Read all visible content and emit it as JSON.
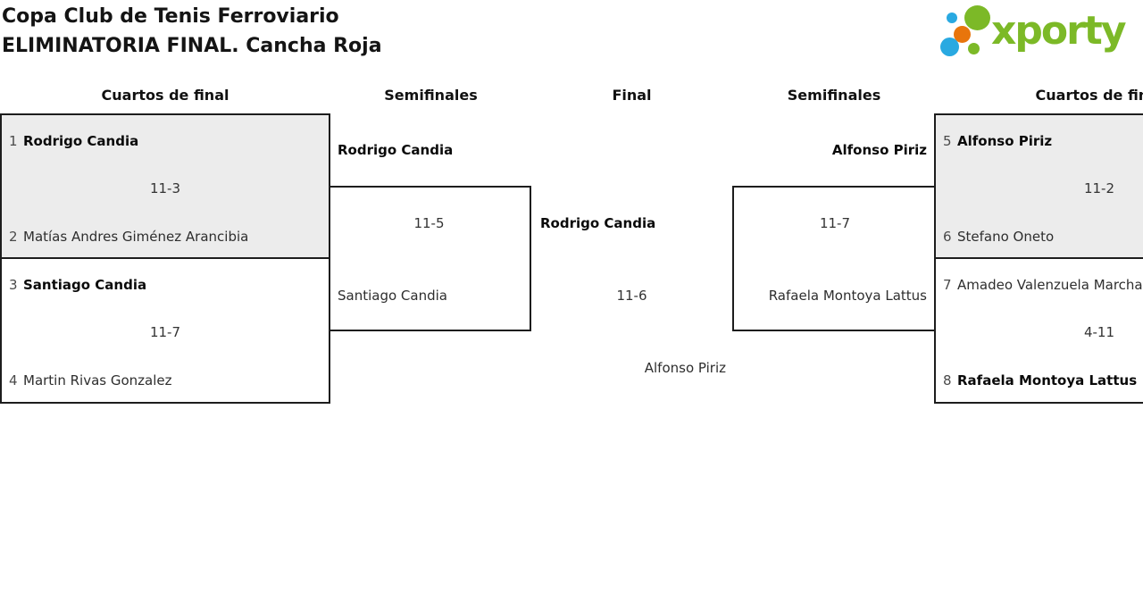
{
  "header": {
    "title_line1": "Copa Club de Tenis Ferroviario",
    "title_line2": "ELIMINATORIA FINAL. Cancha Roja",
    "logo_text": "xporty"
  },
  "columns": {
    "qf_left": "Cuartos de final",
    "sf_left": "Semifinales",
    "final_col": "Final",
    "sf_right": "Semifinales",
    "qf_right": "Cuartos de final"
  },
  "matches": {
    "qf1": {
      "seed_top": "1",
      "top": "Rodrigo Candia",
      "score": "11-3",
      "seed_bottom": "2",
      "bottom": "Matías Andres Giménez Arancibia",
      "winner": "top"
    },
    "qf2": {
      "seed_top": "3",
      "top": "Santiago Candia",
      "score": "11-7",
      "seed_bottom": "4",
      "bottom": "Martin Rivas Gonzalez",
      "winner": "top"
    },
    "sf_left": {
      "top": "Rodrigo Candia",
      "score": "11-5",
      "bottom": "Santiago Candia",
      "winner": "top"
    },
    "final": {
      "top": "Rodrigo Candia",
      "score": "11-6",
      "bottom": "Alfonso Piriz",
      "winner": "top"
    },
    "sf_right": {
      "top": "Alfonso Piriz",
      "score": "11-7",
      "bottom": "Rafaela Montoya Lattus",
      "winner": "top"
    },
    "qf3": {
      "seed_top": "5",
      "top": "Alfonso Piriz",
      "score": "11-2",
      "seed_bottom": "6",
      "bottom": "Stefano Oneto",
      "winner": "top"
    },
    "qf4": {
      "seed_top": "7",
      "top": "Amadeo Valenzuela Marcha",
      "score": "4-11",
      "seed_bottom": "8",
      "bottom": "Rafaela Montoya Lattus",
      "winner": "bottom"
    }
  },
  "colors": {
    "logo_green": "#7cb927",
    "logo_blue": "#29a9e1",
    "logo_orange": "#e8750c",
    "box_fill_gray": "#ececec",
    "box_border": "#1d1d1d"
  }
}
